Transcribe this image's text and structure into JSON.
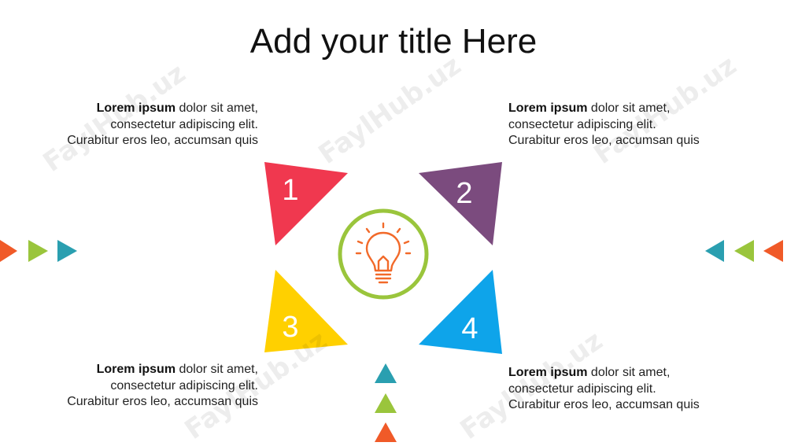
{
  "title": "Add your title Here",
  "blocks": [
    {
      "bold": "Lorem ipsum",
      "line1": " dolor sit amet,",
      "line2": "consectetur adipiscing elit.",
      "line3": "Curabitur eros leo, accumsan quis"
    },
    {
      "bold": "Lorem ipsum",
      "line1": " dolor sit amet,",
      "line2": "consectetur adipiscing elit.",
      "line3": "Curabitur eros leo, accumsan quis"
    },
    {
      "bold": "Lorem ipsum",
      "line1": " dolor sit amet,",
      "line2": "consectetur adipiscing elit.",
      "line3": "Curabitur eros leo, accumsan quis"
    },
    {
      "bold": "Lorem ipsum",
      "line1": " dolor sit amet,",
      "line2": "consectetur adipiscing elit.",
      "line3": "Curabitur eros leo, accumsan quis"
    }
  ],
  "steps": [
    {
      "number": "1",
      "color": "#f0384f"
    },
    {
      "number": "2",
      "color": "#7b4b7e"
    },
    {
      "number": "3",
      "color": "#ffd000"
    },
    {
      "number": "4",
      "color": "#0ea4ea"
    }
  ],
  "center_icon": {
    "name": "lightbulb-icon",
    "ring_color": "#9ac53c",
    "bulb_color": "#f26a2a"
  },
  "decor_colors": {
    "orange": "#f05a28",
    "green": "#9ac53c",
    "teal": "#2a9fb0"
  },
  "watermark": "FaylHub.uz"
}
